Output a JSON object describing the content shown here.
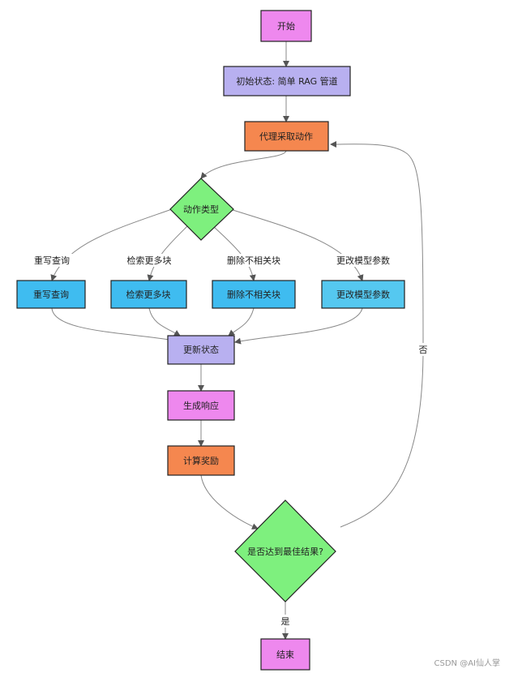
{
  "nodes": {
    "start": {
      "label": "开始",
      "color": "#ee88ee"
    },
    "init": {
      "label": "初始状态: 简单 RAG 管道",
      "color": "#b8b0f0"
    },
    "agent": {
      "label": "代理采取动作",
      "color": "#f5874f"
    },
    "action_type": {
      "label": "动作类型",
      "color": "#7ef07e"
    },
    "rewrite": {
      "label": "重写查询",
      "color": "#3fbcf0"
    },
    "retrieve": {
      "label": "检索更多块",
      "color": "#3fbcf0"
    },
    "remove": {
      "label": "删除不相关块",
      "color": "#3fbcf0"
    },
    "change": {
      "label": "更改模型参数",
      "color": "#55c8f0"
    },
    "update": {
      "label": "更新状态",
      "color": "#b8b0f0"
    },
    "generate": {
      "label": "生成响应",
      "color": "#ee88ee"
    },
    "reward": {
      "label": "计算奖励",
      "color": "#f5874f"
    },
    "best": {
      "label": "是否达到最佳结果?",
      "color": "#7ef07e"
    },
    "end": {
      "label": "结束",
      "color": "#ee88ee"
    }
  },
  "edge_labels": {
    "rewrite": "重写查询",
    "retrieve": "检索更多块",
    "remove": "删除不相关块",
    "change": "更改模型参数",
    "no": "否",
    "yes": "是"
  },
  "watermark": "CSDN @AI仙人掌"
}
